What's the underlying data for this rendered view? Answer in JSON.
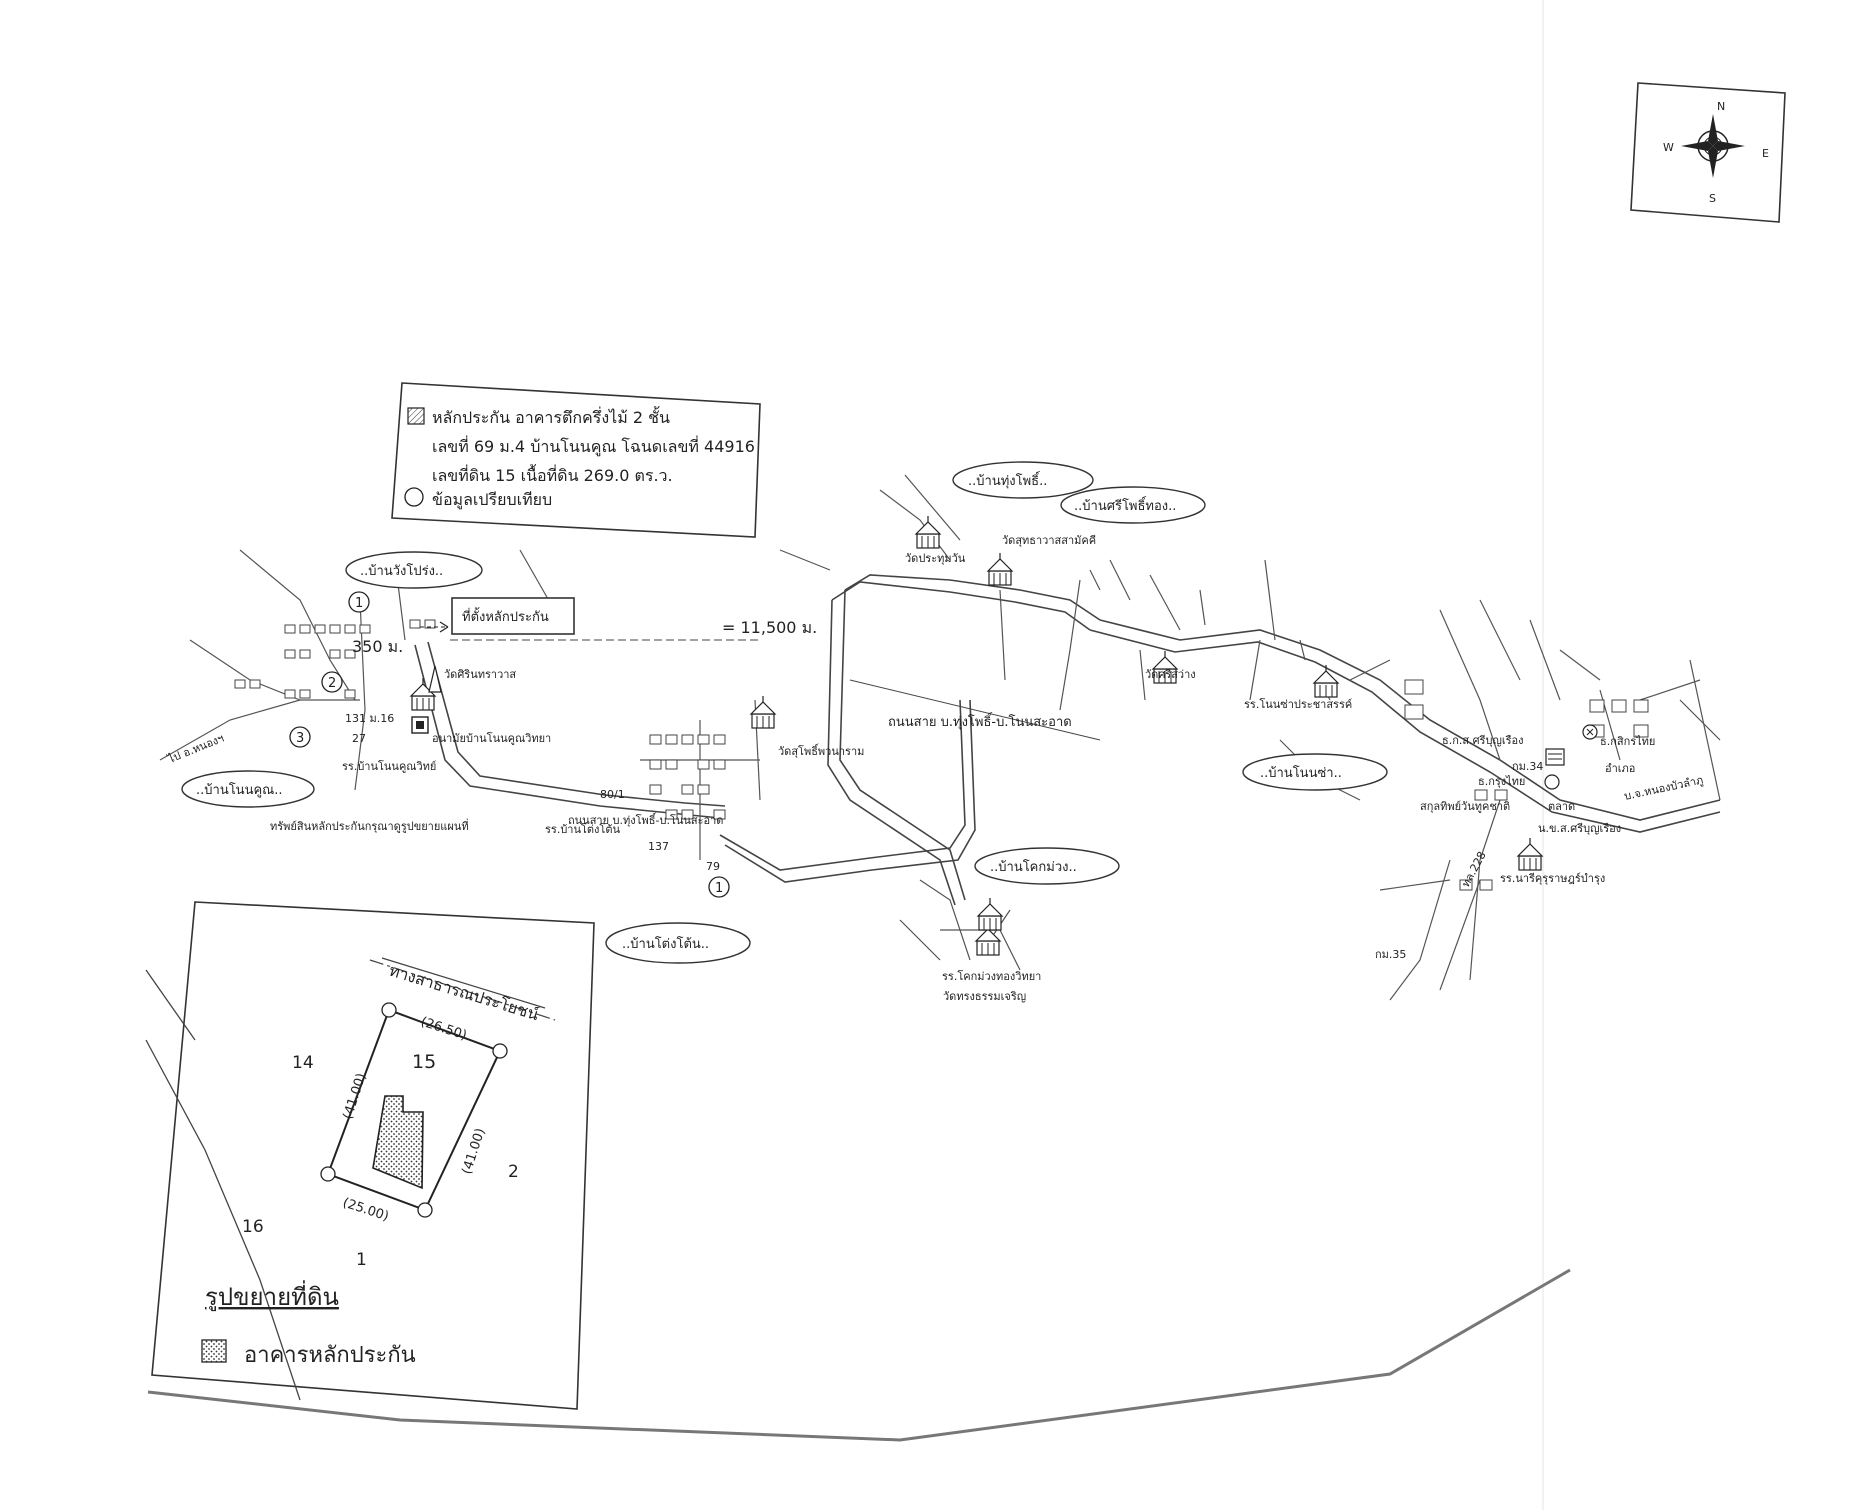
{
  "legend": {
    "collateral_line1": "หลักประกัน อาคารตึกครึ่งไม้ 2 ชั้น",
    "collateral_line2": "เลขที่ 69 ม.4 บ้านโนนคูณ โฉนดเลขที่ 44916",
    "collateral_line3": "เลขที่ดิน 15 เนื้อที่ดิน 269.0 ตร.ว.",
    "comparison_label": "ข้อมูลเปรียบเทียบ"
  },
  "compass": {
    "n": "N",
    "s": "S",
    "e": "E",
    "w": "W"
  },
  "collateral_location_label": "ที่ตั้งหลักประกัน",
  "distance_label": "= 11,500 ม.",
  "distance_short": "350 ม.",
  "road_label": "ถนนสาย บ.ทุ่งโพธิ์-บ.โนนสะอาด",
  "expand_note": "ทรัพย์สินหลักประกันกรุณาดูรูปขยายแผนที่",
  "village_ovals": [
    "..บ้านวังโปร่ง..",
    "..บ้านโนนคูณ..",
    "..บ้านทุ่งโพธิ์..",
    "..บ้านศรีโพธิ์ทอง..",
    "..บ้านโนนซ่า..",
    "..บ้านโคกม่วง..",
    "..บ้านโต่งโต้น.."
  ],
  "place_labels": {
    "wat_siri": "วัดศิรินทราวาส",
    "health_center": "อนามัยบ้านโนนคูณวิทยา",
    "school_nonkhun": "รร.บ้านโนนคูณวิทย์",
    "house_131": "131 ม.16",
    "house_27": "27",
    "school_tongton": "รร.บ้านโต่งโต้น",
    "wat_suthi": "วัดสุโพธิ์พวนาราม",
    "house_80": "80/1",
    "road_small": "ถนนสาย บ.ทุ่งโพธิ์-บ.โนนสะอาด",
    "house_137": "137",
    "house_79": "79",
    "wat_prathum": "วัดประทุมวัน",
    "wat_sutha": "วัดสุทธาวาสสามัคคี",
    "wat_srisawang": "วัดศรีสว่าง",
    "school_nonsa": "รร.โนนซ่าประชาสรรค์",
    "school_khokmuang": "รร.โคกม่วงทองวิทยา",
    "wat_thongtham": "วัดทรงธรรมเจริญ",
    "bank_baac": "ธ.ก.ส.ศรีบุญเรือง",
    "km34": "กม.34",
    "bank_krungthai": "ธ.กรุงไทย",
    "bank_kasikorn": "ธ.กสิกรไทย",
    "district_office": "อำเภอ",
    "police": "สกุลทิพย์วันทูคชาติ",
    "market": "ตลาด",
    "school_srib": "น.ข.ส.ศรีบุญเรือง",
    "school_nari": "รร.นารีคุรุราษฎร์บำรุง",
    "km35": "กม.35",
    "highway": "ทล.228",
    "to_nongbua": "บ.จ.หนองบัวลำภู",
    "to_left": "ไป อ.หนองฯ",
    "marker_1": "1",
    "marker_2": "2",
    "marker_3": "3"
  },
  "inset": {
    "road_label": "ทางสาธารณประโยชน์",
    "plot_number": "15",
    "neighbor_left": "14",
    "neighbor_right": "2",
    "neighbor_bottom_left": "16",
    "neighbor_bottom": "1",
    "dim_top": "(26.50)",
    "dim_left": "(41.00)",
    "dim_right": "(41.00)",
    "dim_bottom": "(25.00)",
    "title": "รูปขยายที่ดิน",
    "legend_label": "อาคารหลักประกัน"
  }
}
